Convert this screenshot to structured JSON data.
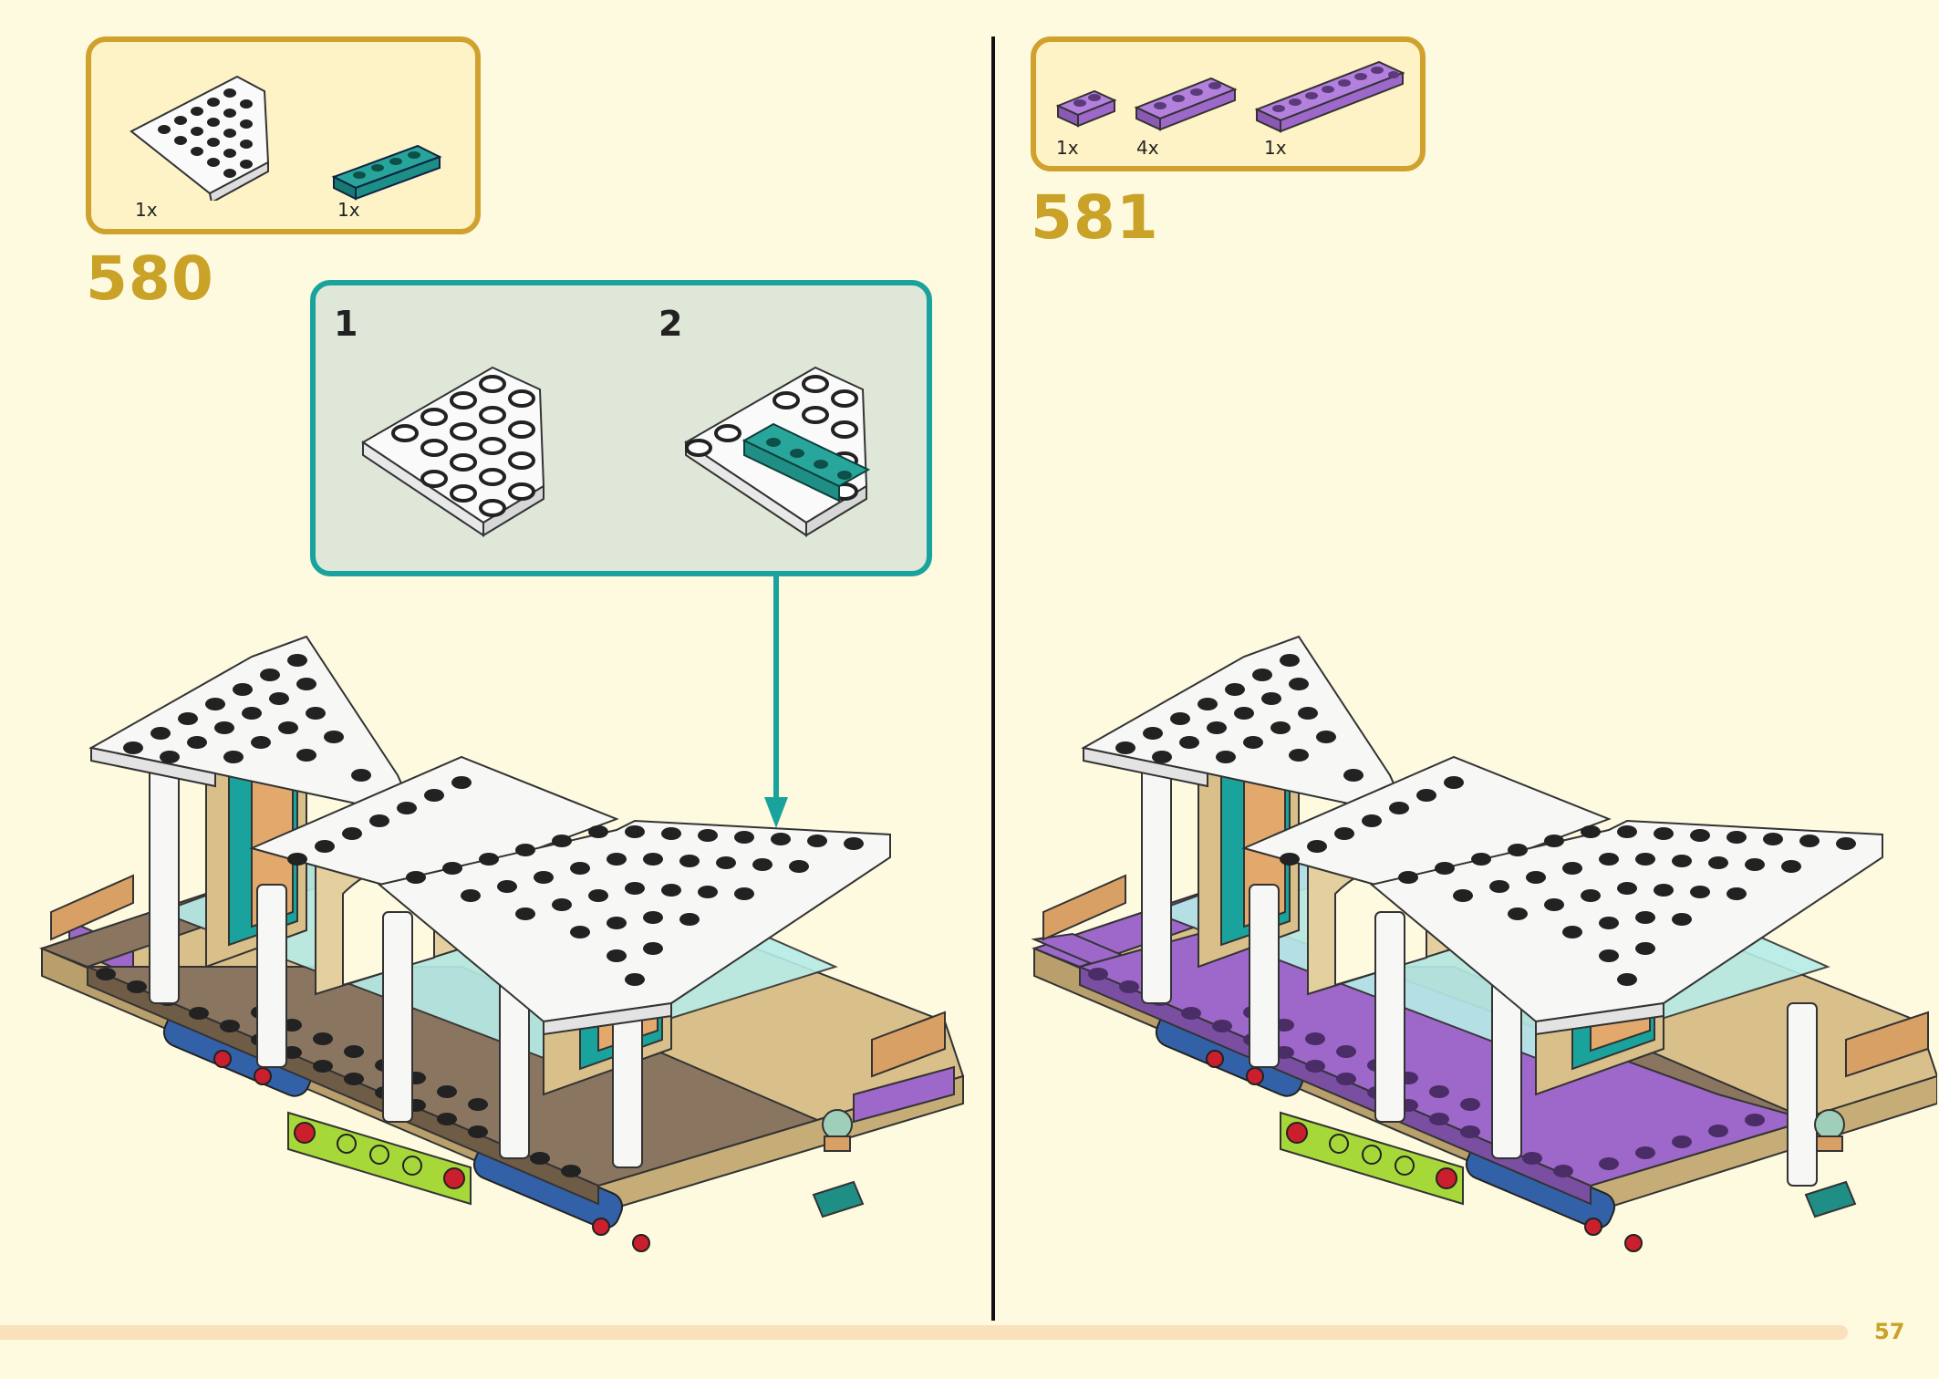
{
  "steps": [
    {
      "number": "580",
      "parts": [
        {
          "qty": "1x",
          "piece": "white wedge plate 6x6"
        },
        {
          "qty": "1x",
          "piece": "teal plate 1x4"
        }
      ],
      "callout": {
        "substeps": [
          "1",
          "2"
        ]
      }
    },
    {
      "number": "581",
      "parts": [
        {
          "qty": "1x",
          "piece": "lavender plate 1x2"
        },
        {
          "qty": "4x",
          "piece": "lavender plate 1x4"
        },
        {
          "qty": "1x",
          "piece": "lavender plate 1x8"
        }
      ]
    }
  ],
  "page": {
    "number": "57",
    "progress": 0.953
  },
  "colors": {
    "background": "#fdfae0",
    "parts_box_border": "#d0a12d",
    "step_number": "#c9a227",
    "callout_border": "#1aa39c",
    "teal_brick": "#1f8f86",
    "lavender_brick": "#9d68c9",
    "brown_brick": "#8a7660",
    "tan_brick": "#d9bf8a",
    "white_brick": "#f7f7f5",
    "transparent_brick": "#b7ece8",
    "lime_brick": "#a7d83a",
    "blue_brick": "#3361a8",
    "red_brick": "#cc1f2d"
  }
}
